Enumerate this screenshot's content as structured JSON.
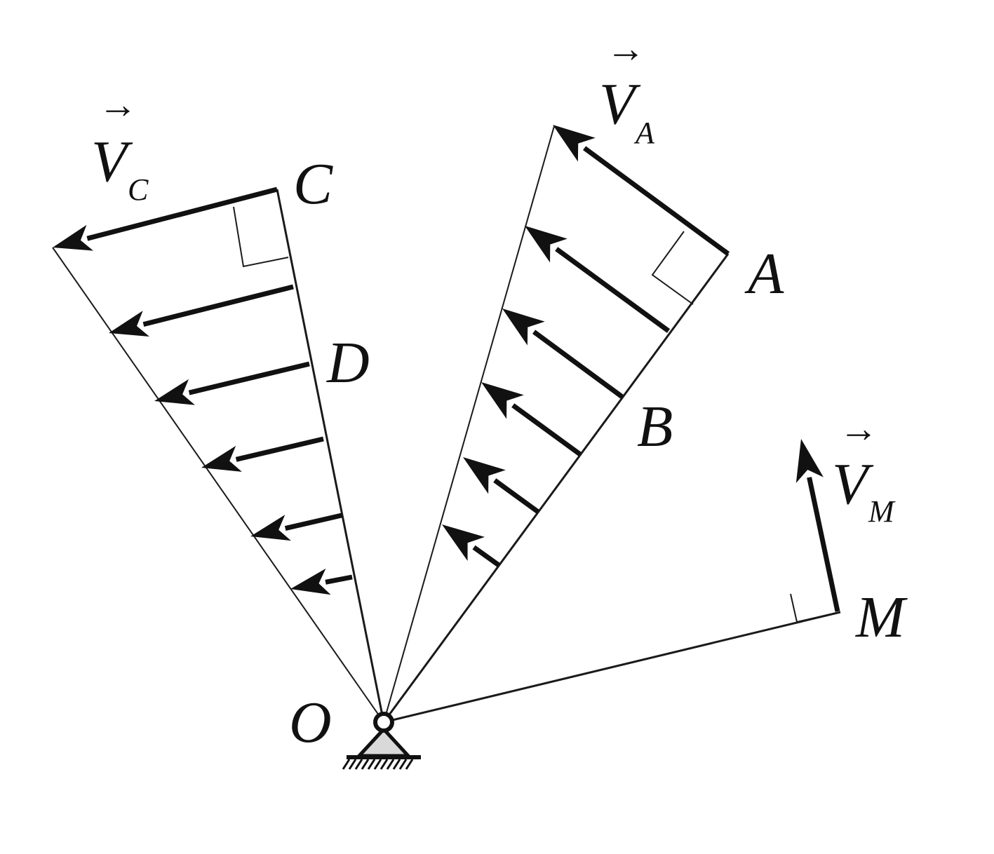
{
  "labels": {
    "pivot": "O",
    "point_a": "A",
    "point_b": "B",
    "point_c": "C",
    "point_d": "D",
    "point_m": "M",
    "velocity_symbol": "V",
    "vector_arrow": "→",
    "sub_a": "A",
    "sub_c": "C",
    "sub_m": "M"
  },
  "colors": {
    "ink": "#111111",
    "support_fill": "#d9d9d9"
  }
}
